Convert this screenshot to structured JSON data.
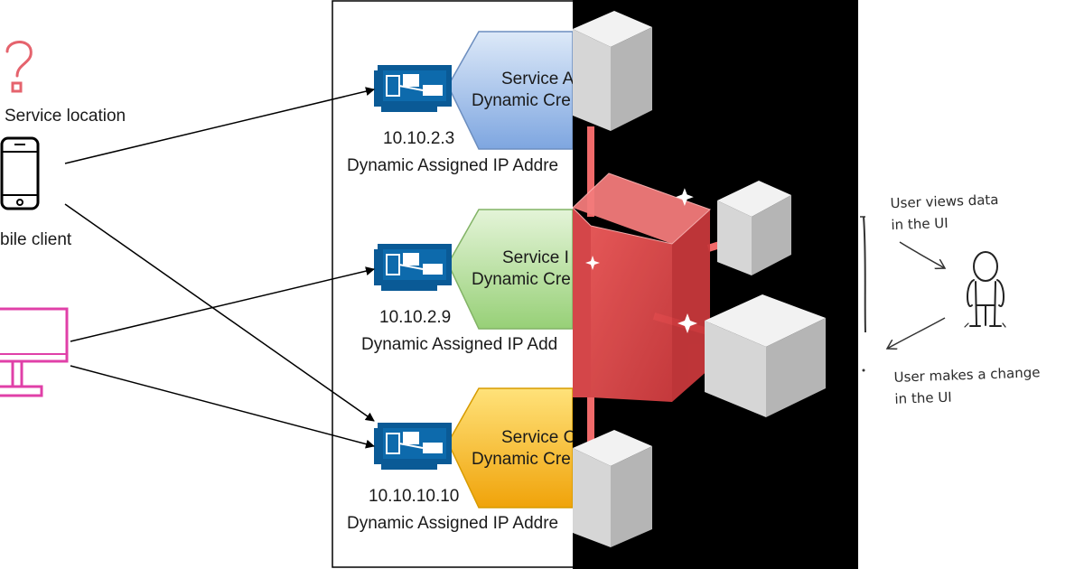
{
  "left_panel": {
    "service_location_label": "Service location",
    "mobile_client_label": "bile client",
    "services": [
      {
        "ip": "10.10.2.3",
        "assigned_label": "Dynamic Assigned IP Addre",
        "line1": "Service A",
        "line2": "Dynamic Cre",
        "fill_top": "#dde9f8",
        "fill_bottom": "#7ea6e0",
        "stroke": "#6c8ebf"
      },
      {
        "ip": "10.10.2.9",
        "assigned_label": "Dynamic Assigned IP Add",
        "line1": "Service I",
        "line2": "Dynamic Cre",
        "fill_top": "#e4f4d8",
        "fill_bottom": "#97d077",
        "stroke": "#82b366"
      },
      {
        "ip": "10.10.10.10",
        "assigned_label": "Dynamic Assigned IP Addre",
        "line1": "Service C",
        "line2": "Dynamic Cre",
        "fill_top": "#ffe27a",
        "fill_bottom": "#f0a30a",
        "stroke": "#d79b00"
      }
    ],
    "colors": {
      "question": "#e5636d",
      "desktop": "#e040a8",
      "nic": "#0a5a96"
    }
  },
  "middle_panel": {
    "colors": {
      "background": "#000000",
      "central_cube": "#d9474a",
      "satellite_cube": "#dcdcdc",
      "connector": "#f06a6a"
    }
  },
  "right_panel": {
    "user_views_line1": "User views data",
    "user_views_line2": "in the UI",
    "user_makes_line1": "User makes a change",
    "user_makes_line2": "in the UI"
  }
}
